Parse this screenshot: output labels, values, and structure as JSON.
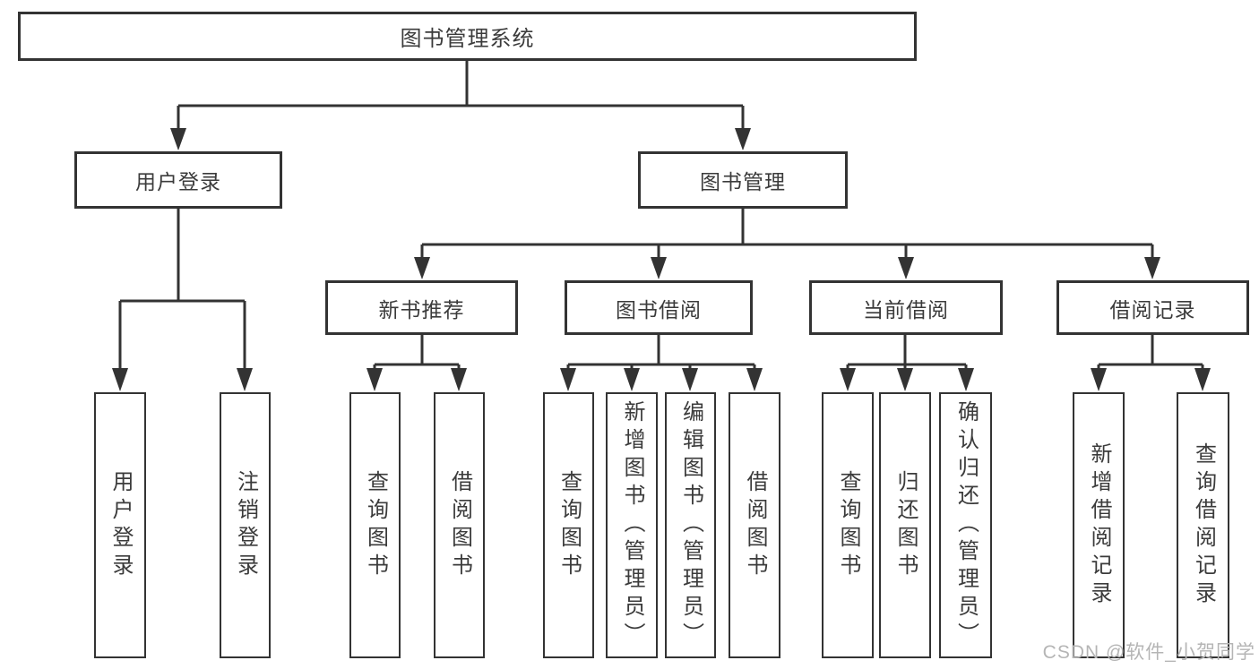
{
  "diagram": {
    "root": {
      "label": "图书管理系统"
    },
    "level1": [
      {
        "label": "用户登录"
      },
      {
        "label": "图书管理"
      }
    ],
    "level2": [
      {
        "label": "新书推荐"
      },
      {
        "label": "图书借阅"
      },
      {
        "label": "当前借阅"
      },
      {
        "label": "借阅记录"
      }
    ],
    "leaves": {
      "user_login": [
        "用户登录",
        "注销登录"
      ],
      "new_book": [
        "查询图书",
        "借阅图书"
      ],
      "book_borrow": [
        "查询图书",
        "新增图书（管理员）",
        "编辑图书（管理员）",
        "借阅图书"
      ],
      "current_borrow": [
        "查询图书",
        "归还图书",
        "确认归还（管理员）"
      ],
      "borrow_record": [
        "新增借阅记录",
        "查询借阅记录"
      ]
    },
    "watermark": "CSDN @软件_小贺同学",
    "colors": {
      "line": "#333333",
      "text": "#3b3b3b",
      "watermark": "#b5b5b5"
    }
  }
}
